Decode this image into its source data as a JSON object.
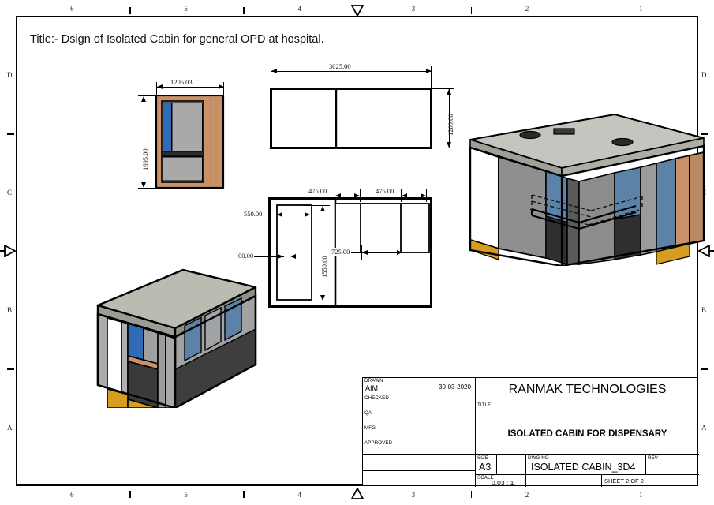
{
  "sheet": {
    "title": "Title:- Dsign of Isolated Cabin for general OPD at hospital.",
    "zone_columns": [
      "6",
      "5",
      "4",
      "3",
      "2",
      "1"
    ],
    "zone_rows": [
      "D",
      "C",
      "B",
      "A"
    ]
  },
  "views": {
    "front_elevation": {
      "name": "front-elevation-view",
      "dim_width": "1205.03",
      "dim_height": "1695.00"
    },
    "top_plan": {
      "name": "top-plan-view",
      "dim_width": "3025.00",
      "dim_height": "1200.00"
    },
    "section_plan": {
      "name": "section-plan-view",
      "dim_left_depth": "00.00",
      "dim_door_width": "550.00",
      "dim_height": "1550.00",
      "dim_panel_a": "475.00",
      "dim_panel_b": "475.00",
      "dim_counter": "725.00"
    },
    "iso_solid": {
      "name": "isometric-solid-view"
    },
    "iso_wire": {
      "name": "isometric-wireframe-view"
    }
  },
  "title_block": {
    "drawn_tag": "DRAWN",
    "drawn_by": "AIM",
    "drawn_date": "30-03-2020",
    "checked_tag": "CHECKED",
    "checked_by": "",
    "checked_date": "",
    "qa_tag": "QA",
    "qa_by": "",
    "qa_date": "",
    "mfg_tag": "MFG",
    "mfg_by": "",
    "mfg_date": "",
    "approved_tag": "APPROVED",
    "approved_by": "",
    "approved_date": "",
    "company": "RANMAK TECHNOLOGIES",
    "title_tag": "TITLE",
    "title_value": "ISOLATED CABIN FOR DISPENSARY",
    "size_tag": "SIZE",
    "size_value": "A3",
    "dwgno_tag": "DWG NO",
    "dwgno_value": "ISOLATED CABIN_3D4",
    "rev_tag": "REV",
    "rev_value": "",
    "scale_tag": "SCALE",
    "scale_value": "0.03 : 1",
    "sheet_value": "SHEET 2  OF 2"
  },
  "colors": {
    "wood": "#c89269",
    "glass_blue": "#2f6cb5",
    "glass_blue_soft": "#5d82a8",
    "panel_grey": "#a9a9a9",
    "panel_grey_dark": "#8e8e8e",
    "panel_dark": "#3a3a3a",
    "floor_gold": "#d79d1e",
    "roof_grey": "#b9bcb1",
    "line": "#000000"
  }
}
